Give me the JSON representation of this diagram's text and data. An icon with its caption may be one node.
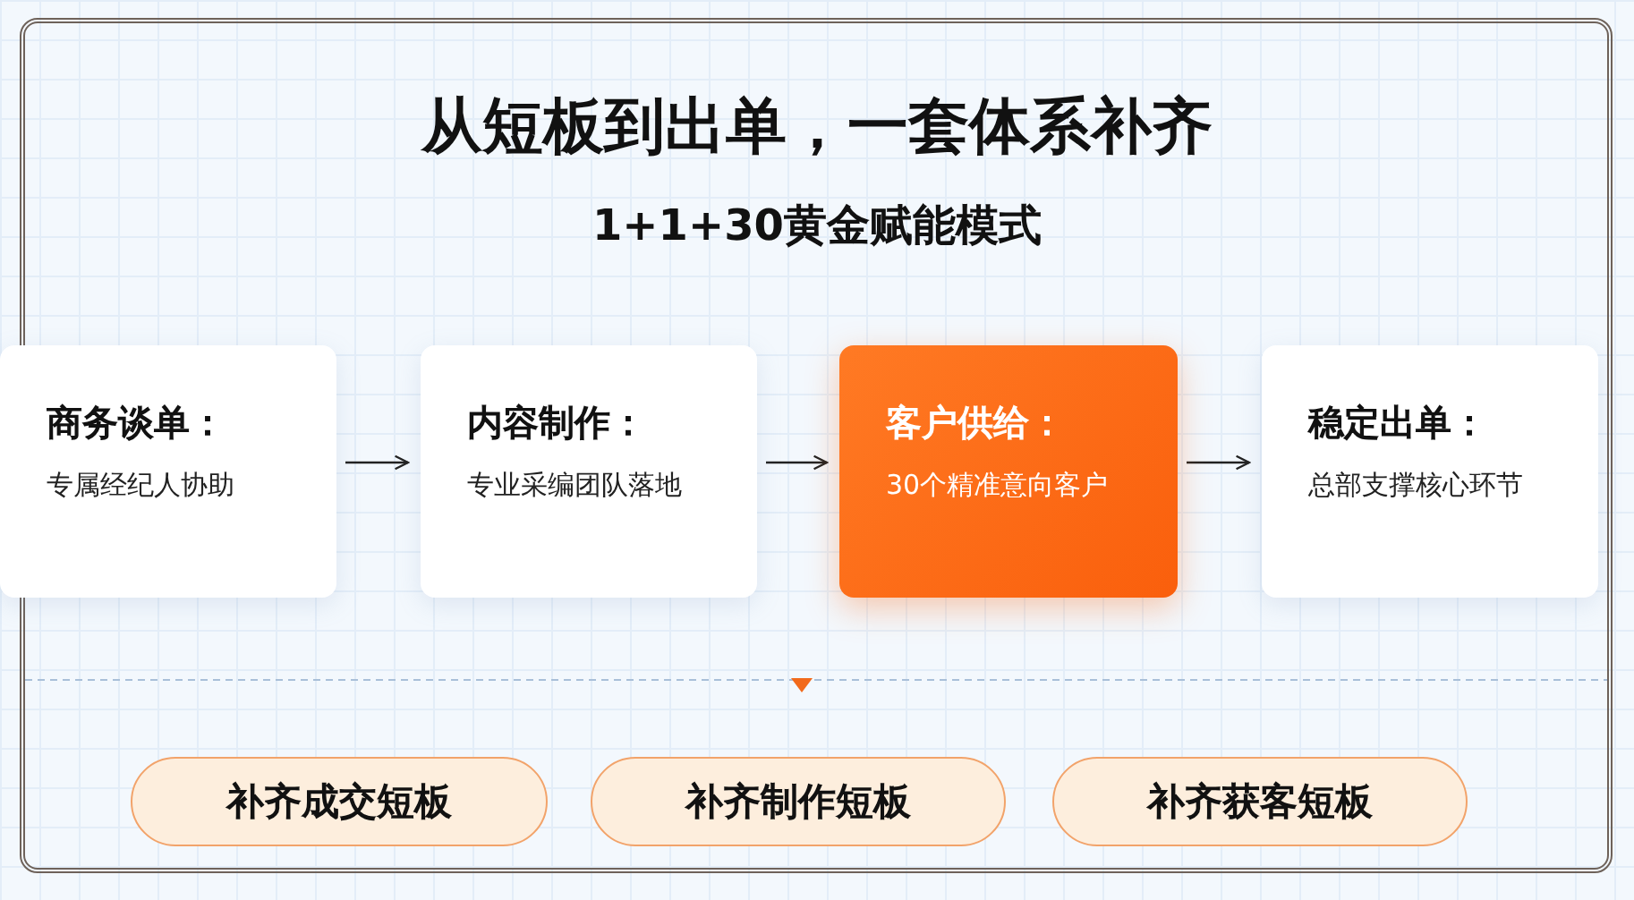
{
  "diagram": {
    "title": "从短板到出单，一套体系补齐",
    "nodes": [
      {
        "text": [
          "商务谈单：",
          "专属经纪人协助"
        ]
      },
      {
        "text": [
          "内容制作：",
          "专业采编团队落地"
        ]
      },
      {
        "text": [
          "客户供给：",
          "30个精准意向客户"
        ]
      },
      {
        "text": [
          "稳定出单：",
          "总部支撑核心环节"
        ]
      },
      {
        "text": [
          "补齐成交短板"
        ]
      },
      {
        "text": [
          "补齐制作短板"
        ]
      },
      {
        "text": [
          "补齐获客短板"
        ]
      }
    ],
    "edges": [
      {
        "from": 0,
        "to": 1,
        "arrow": "to"
      },
      {
        "from": 1,
        "to": 2,
        "arrow": "to"
      },
      {
        "from": 2,
        "to": 3,
        "arrow": "to"
      }
    ],
    "labels": [
      "1+1+30黄金赋能模式"
    ]
  }
}
